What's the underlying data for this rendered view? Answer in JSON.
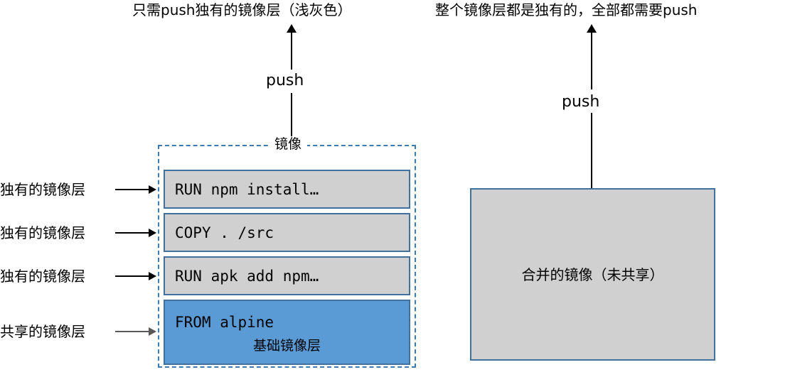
{
  "titles": {
    "left": "只需push独有的镜像层（浅灰色）",
    "right": "整个镜像层都是独有的，全部都需要push"
  },
  "arrows": {
    "push_left_label": "push",
    "push_right_label": "push"
  },
  "left_diagram": {
    "container_label": "镜像",
    "container_border_color": "#3C7CB4",
    "layers": [
      {
        "code": "RUN npm install…",
        "sub": "",
        "type": "unique",
        "fill": "#D0D0D0",
        "annotation": "独有的镜像层"
      },
      {
        "code": "COPY . /src",
        "sub": "",
        "type": "unique",
        "fill": "#D0D0D0",
        "annotation": "独有的镜像层"
      },
      {
        "code": "RUN apk add npm…",
        "sub": "",
        "type": "unique",
        "fill": "#D0D0D0",
        "annotation": "独有的镜像层"
      },
      {
        "code": "FROM alpine",
        "sub": "基础镜像层",
        "type": "base",
        "fill": "#5B9BD5",
        "annotation": "共享的镜像层"
      }
    ]
  },
  "right_diagram": {
    "box_label": "合并的镜像（未共享）",
    "fill": "#D0D0D0",
    "border_color": "#41719C"
  }
}
